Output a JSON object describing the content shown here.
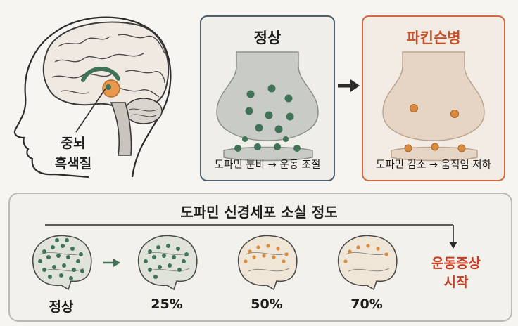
{
  "brain_region": {
    "line1": "중뇌",
    "line2": "흑색질"
  },
  "normal_panel": {
    "title": "정상",
    "caption": "도파민 분비 → 운동 조절"
  },
  "pd_panel": {
    "title": "파킨슨병",
    "caption": "도파민 감소 → 움직임 저하"
  },
  "progression": {
    "title": "도파민 신경세포 소실 정도",
    "stages": [
      {
        "label": "정상",
        "loss_percent": 0
      },
      {
        "label": "25%",
        "loss_percent": 25
      },
      {
        "label": "50%",
        "loss_percent": 50
      },
      {
        "label": "70%",
        "loss_percent": 70
      }
    ],
    "onset_line1": "운동증상",
    "onset_line2": "시작"
  },
  "colors": {
    "dopamine_green": "#3f7256",
    "dopamine_orange": "#d98a3c",
    "normal_border": "#4e5f6e",
    "pd_border": "#d06a3c",
    "onset_red": "#c63a22"
  }
}
